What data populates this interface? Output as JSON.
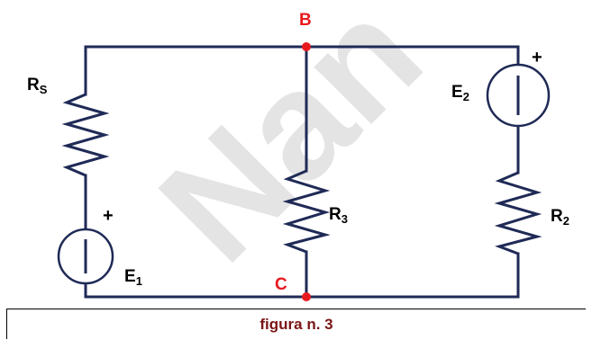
{
  "watermark": "Nan",
  "labels": {
    "rs": "R",
    "rs_sub": "S",
    "e1": "E",
    "e1_sub": "1",
    "e2": "E",
    "e2_sub": "2",
    "r3": "R",
    "r3_sub": "3",
    "r2": "R",
    "r2_sub": "2",
    "plus": "+"
  },
  "nodes": {
    "b": "B",
    "c": "C"
  },
  "caption": "figura n. 3",
  "colors": {
    "wire": "#1f2a56",
    "node": "#e8191e",
    "caption": "#7a1515",
    "watermark": "#e4e4e4"
  }
}
